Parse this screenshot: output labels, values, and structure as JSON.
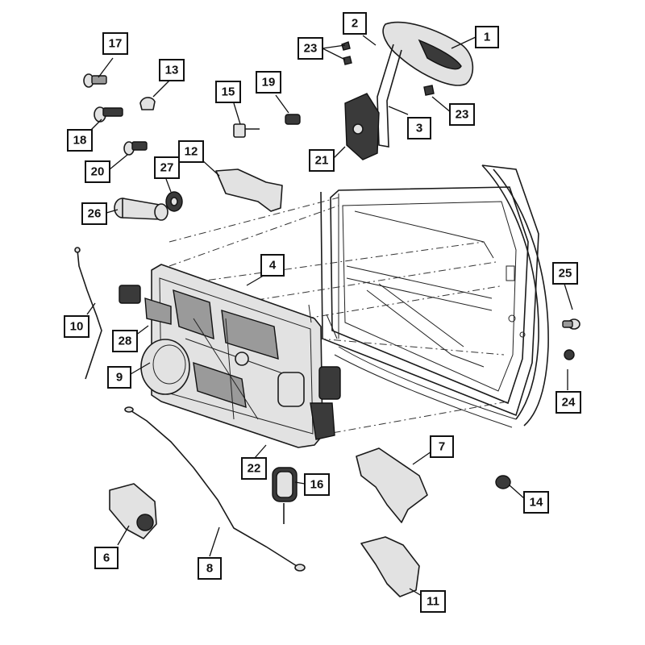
{
  "callouts": [
    {
      "number": "1"
    },
    {
      "number": "2"
    },
    {
      "number": "23"
    },
    {
      "number": "23"
    },
    {
      "number": "17"
    },
    {
      "number": "13"
    },
    {
      "number": "15"
    },
    {
      "number": "19"
    },
    {
      "number": "18"
    },
    {
      "number": "3"
    },
    {
      "number": "21"
    },
    {
      "number": "20"
    },
    {
      "number": "12"
    },
    {
      "number": "27"
    },
    {
      "number": "26"
    },
    {
      "number": "4"
    },
    {
      "number": "25"
    },
    {
      "number": "10"
    },
    {
      "number": "28"
    },
    {
      "number": "9"
    },
    {
      "number": "24"
    },
    {
      "number": "7"
    },
    {
      "number": "22"
    },
    {
      "number": "16"
    },
    {
      "number": "14"
    },
    {
      "number": "6"
    },
    {
      "number": "8"
    },
    {
      "number": "11"
    }
  ],
  "colors": {
    "line": "#1a1a1a",
    "fill_light": "#e2e2e2",
    "fill_dark": "#3a3a3a",
    "background": "#ffffff"
  }
}
